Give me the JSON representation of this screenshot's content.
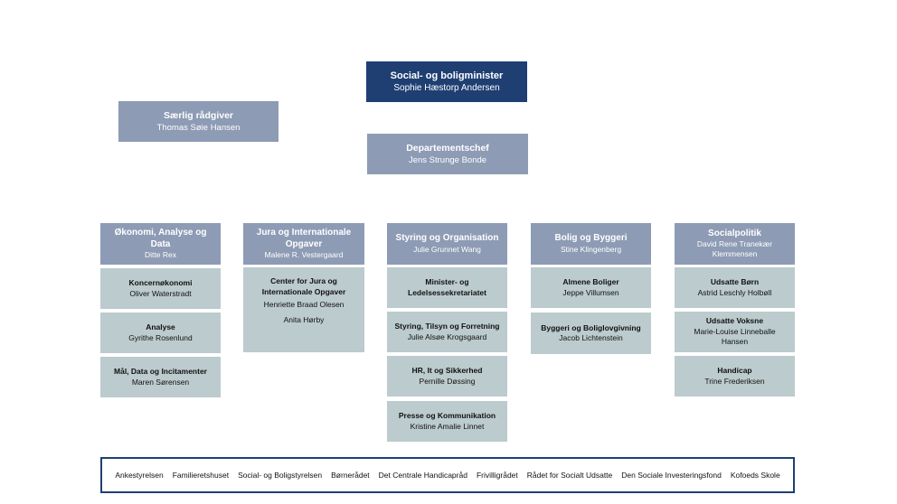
{
  "minister": {
    "title": "Social- og boligminister",
    "name": "Sophie Hæstorp Andersen"
  },
  "advisor": {
    "title": "Særlig rådgiver",
    "name": "Thomas Søie Hansen"
  },
  "chief": {
    "title": "Departementschef",
    "name": "Jens Strunge Bonde"
  },
  "departments": [
    {
      "title": "Økonomi, Analyse og Data",
      "name": "Ditte Rex",
      "units": [
        {
          "title": "Koncernøkonomi",
          "name": "Oliver Waterstradt"
        },
        {
          "title": "Analyse",
          "name": "Gyrithe Rosenlund"
        },
        {
          "title": "Mål, Data og Incitamenter",
          "name": "Maren Sørensen"
        }
      ]
    },
    {
      "title": "Jura og Internationale Opgaver",
      "name": "Malene R. Vestergaard",
      "units": [
        {
          "title": "Center for Jura og Internationale Opgaver",
          "name": "Henriette Braad Olesen",
          "name2": "Anita Hørby"
        }
      ]
    },
    {
      "title": "Styring og Organisation",
      "name": "Julie Grunnet Wang",
      "units": [
        {
          "title": "Minister- og Ledelsessekretariatet",
          "name": ""
        },
        {
          "title": "Styring, Tilsyn og Forretning",
          "name": "Julie Alsøe Krogsgaard"
        },
        {
          "title": "HR, It og Sikkerhed",
          "name": "Pernille Døssing"
        },
        {
          "title": "Presse og Kommunikation",
          "name": "Kristine Amalie Linnet"
        }
      ]
    },
    {
      "title": "Bolig og Byggeri",
      "name": "Stine Klingenberg",
      "units": [
        {
          "title": "Almene Boliger",
          "name": "Jeppe Villumsen"
        },
        {
          "title": "Byggeri og Boliglovgivning",
          "name": "Jacob Lichtenstein"
        }
      ]
    },
    {
      "title": "Socialpolitik",
      "name": "David Rene Tranekær Klemmensen",
      "units": [
        {
          "title": "Udsatte Børn",
          "name": "Astrid Leschly Holbøll"
        },
        {
          "title": "Udsatte Voksne",
          "name": "Marie-Louise Linneballe Hansen"
        },
        {
          "title": "Handicap",
          "name": "Trine Frederiksen"
        }
      ]
    }
  ],
  "agencies": [
    "Ankestyrelsen",
    "Familieretshuset",
    "Social- og Boligstyrelsen",
    "Børnerådet",
    "Det Centrale Handicapråd",
    "Frivilligrådet",
    "Rådet for Socialt Udsatte",
    "Den Sociale Investeringsfond",
    "Kofoeds Skole"
  ],
  "colors": {
    "minister_box": "#1f3f73",
    "head_box": "#8d9bb5",
    "unit_box": "#bccbcd",
    "agency_border": "#1f3f73"
  }
}
